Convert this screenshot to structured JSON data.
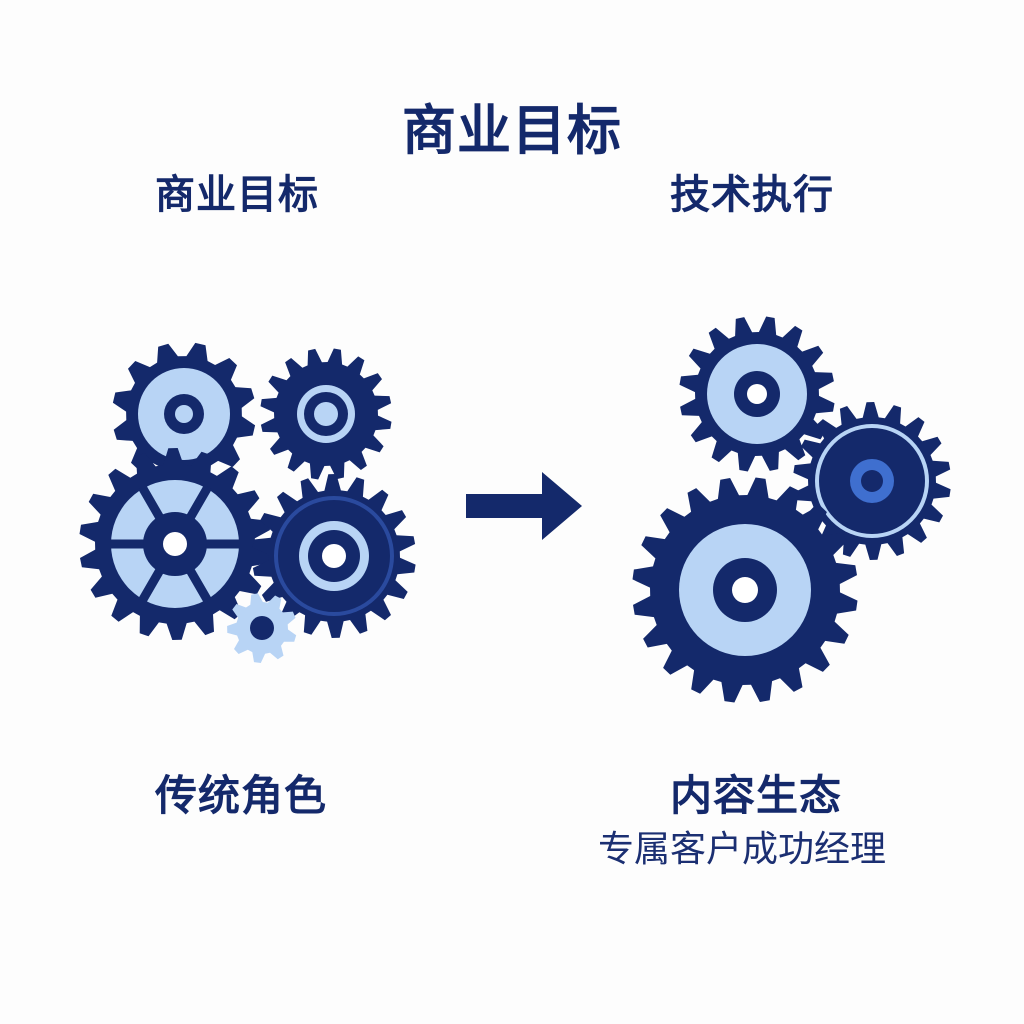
{
  "title": "商业目标",
  "left": {
    "heading": "商业目标",
    "caption": "传统角色"
  },
  "right": {
    "heading": "技术执行",
    "caption": "内容生态",
    "subcaption": "专属客户成功经理"
  },
  "icons": [
    "gear-icon",
    "arrow-right-icon"
  ],
  "colors": {
    "navy": "#14296b",
    "light_blue": "#b8d4f5",
    "accent_blue": "#3f6fcf",
    "background": "#fdfdfd"
  }
}
